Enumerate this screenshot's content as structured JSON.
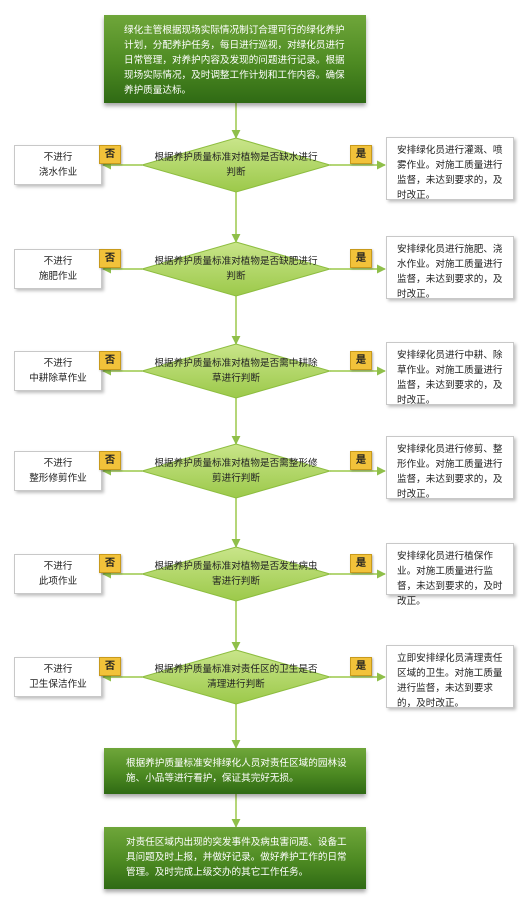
{
  "top_text": "绿化主管根据现场实际情况制订合理可行的绿化养护计划，分配养护任务，每日进行巡视，对绿化员进行日常管理，对养护内容及发现的问题进行记录。根据现场实际情况，及时调整工作计划和工作内容。确保养护质量达标。",
  "no_label": "否",
  "yes_label": "是",
  "steps": [
    {
      "question": "根据养护质量标准对植物是否缺水进行判断",
      "no_action": "不进行\n浇水作业",
      "yes_action": "安排绿化员进行灌溉、喷雾作业。对施工质量进行监督，未达到要求的，及时改正。"
    },
    {
      "question": "根据养护质量标准对植物是否缺肥进行判断",
      "no_action": "不进行\n施肥作业",
      "yes_action": "安排绿化员进行施肥、浇水作业。对施工质量进行监督，未达到要求的，及时改正。"
    },
    {
      "question": "根据养护质量标准对植物是否需中耕除草进行判断",
      "no_action": "不进行\n中耕除草作业",
      "yes_action": "安排绿化员进行中耕、除草作业。对施工质量进行监督，未达到要求的，及时改正。"
    },
    {
      "question": "根据养护质量标准对植物是否需整形修剪进行判断",
      "no_action": "不进行\n整形修剪作业",
      "yes_action": "安排绿化员进行修剪、整形作业。对施工质量进行监督，未达到要求的，及时改正。"
    },
    {
      "question": "根据养护质量标准对植物是否发生病虫害进行判断",
      "no_action": "不进行\n此项作业",
      "yes_action": "安排绿化员进行植保作业。对施工质量进行监督，未达到要求的，及时改正。"
    },
    {
      "question": "根据养护质量标准对责任区的卫生是否清理进行判断",
      "no_action": "不进行\n卫生保洁作业",
      "yes_action": "立即安排绿化员清理责任区域的卫生。对施工质量进行监督，未达到要求的，及时改正。"
    }
  ],
  "bottom_texts": [
    "根据养护质量标准安排绿化人员对责任区域的园林设施、小品等进行看护，保证其完好无损。",
    "对责任区域内出现的突发事件及病虫害问题、设备工具问题及时上报，并做好记录。做好养护工作的日常管理。及时完成上级交办的其它工作任务。"
  ]
}
